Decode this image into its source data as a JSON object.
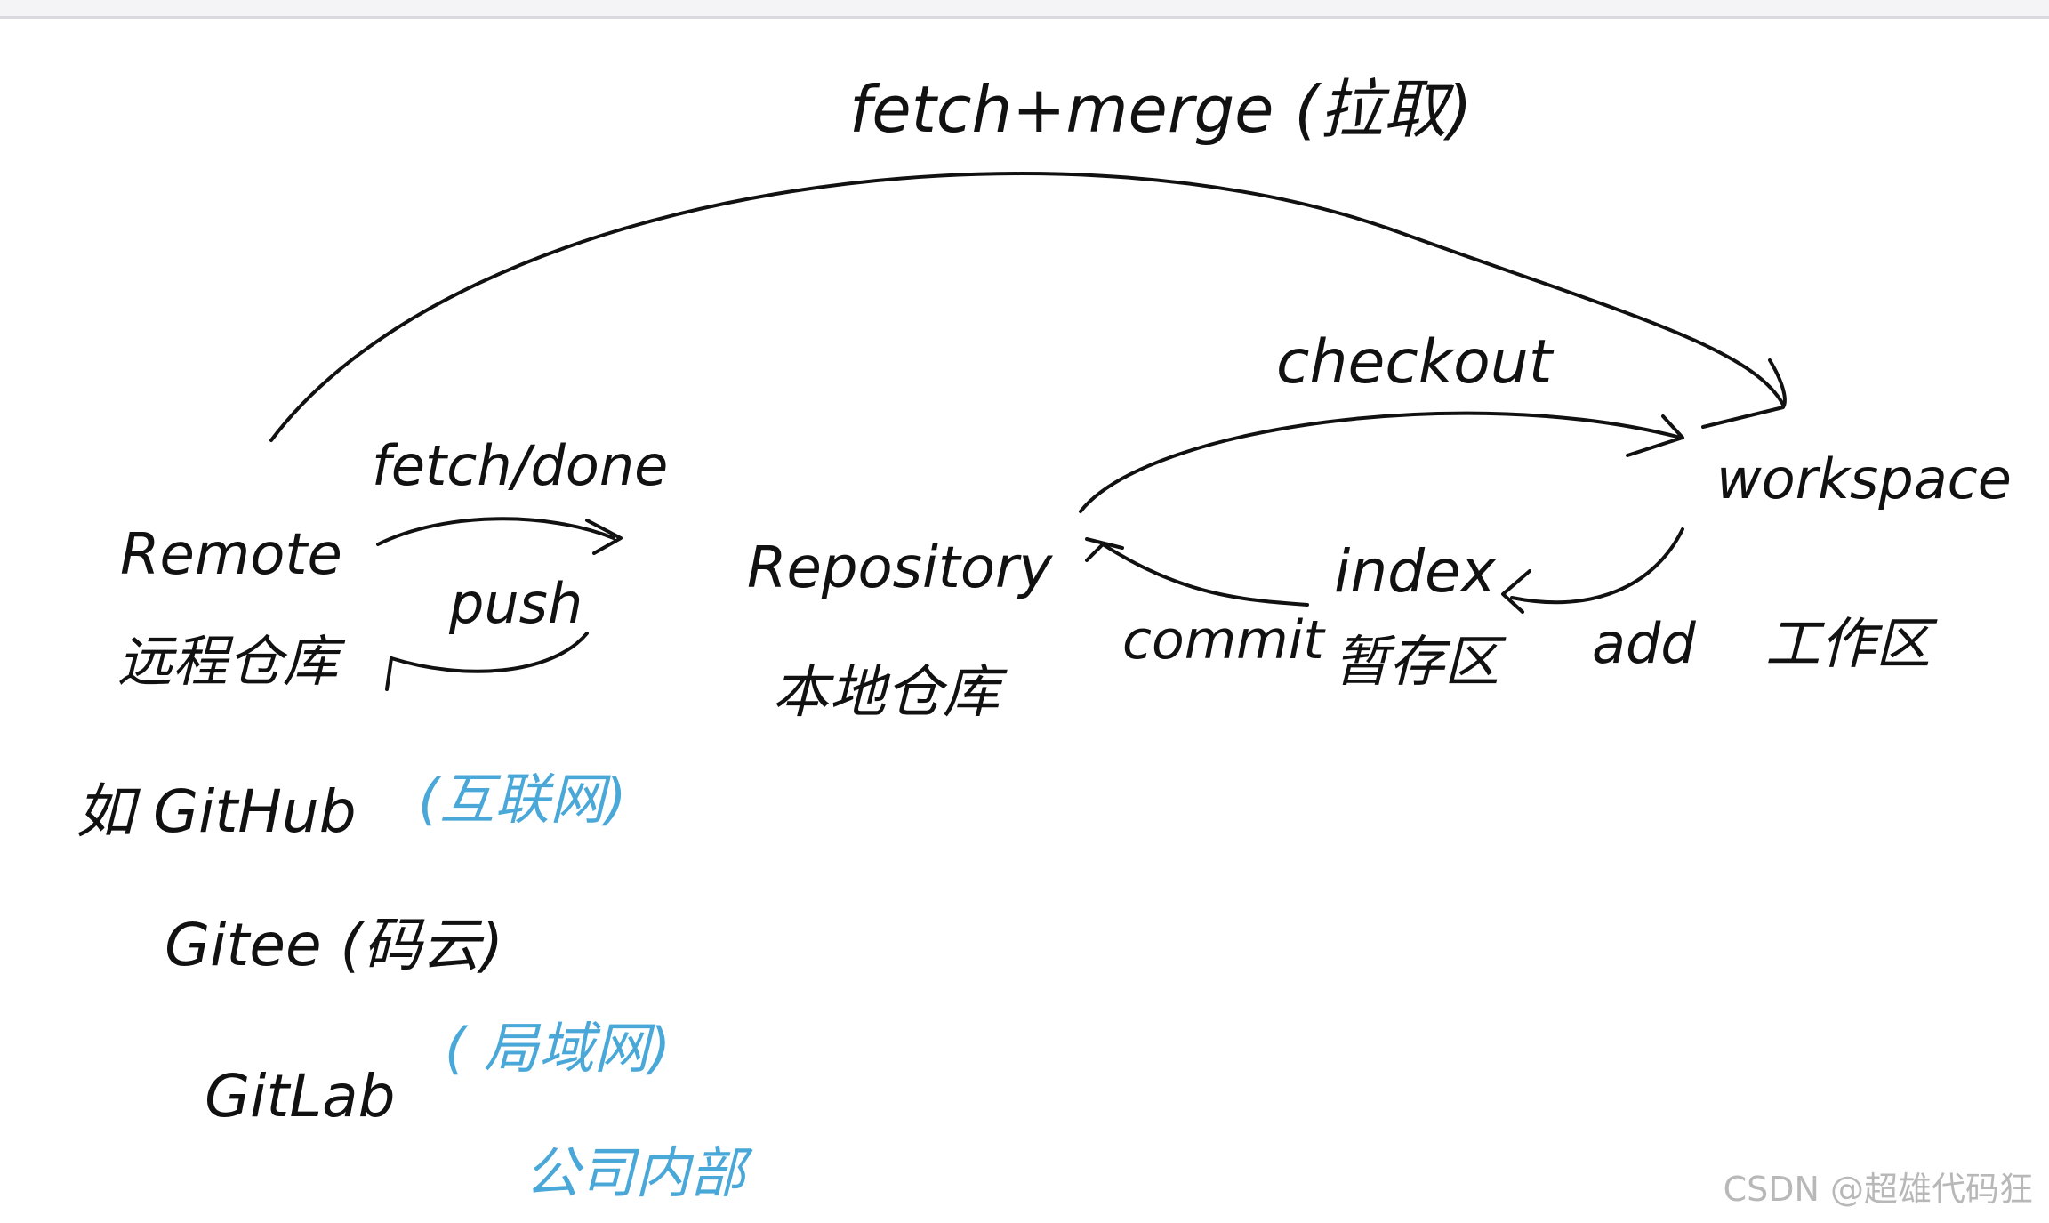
{
  "labels": {
    "fetch_merge": "fetch+merge (拉取)",
    "checkout": "checkout",
    "fetch_done": "fetch/done",
    "push": "push",
    "remote": "Remote",
    "remote_cn": "远程仓库",
    "repository": "Repository",
    "repository_cn": "本地仓库",
    "index": "index",
    "index_cn": "暂存区",
    "commit": "commit",
    "add": "add",
    "workspace": "workspace",
    "workspace_cn": "工作区"
  },
  "examples": {
    "github": "如 GitHub",
    "github_note": "(互联网)",
    "gitee": "Gitee (码云)",
    "gitlab": "GitLab",
    "gitlab_note_1": "( 局域网)",
    "gitlab_note_2": "公司内部"
  },
  "watermark": "CSDN @超雄代码狂",
  "colors": {
    "ink": "#111111",
    "blue_note": "#4aa8d8"
  }
}
